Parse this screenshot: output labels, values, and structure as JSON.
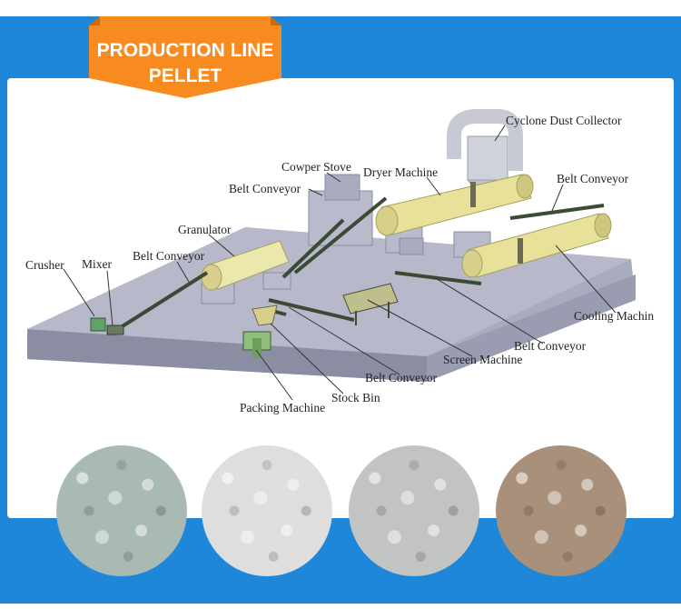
{
  "banner": {
    "line1": "PRODUCTION LINE",
    "line2": "PELLET",
    "color": "#f78b1f"
  },
  "frame_color": "#1f87d9",
  "labels": {
    "cyclone": "Cyclone Dust Collector",
    "cowper": "Cowper Stove",
    "dryer": "Dryer Machine",
    "belt_conveyor_right": "Belt Conveyor",
    "belt_conveyor_stove": "Belt Conveyor",
    "granulator": "Granulator",
    "belt_conveyor_left": "Belt Conveyor",
    "crusher": "Crusher",
    "mixer": "Mixer",
    "cooling": "Cooling Machin",
    "belt_conveyor_lower": "Belt Conveyor",
    "screen": "Screen Machine",
    "belt_conveyor_bottom": "Belt Conveyor",
    "stock_bin": "Stock Bin",
    "packing": "Packing Machine"
  },
  "samples": [
    {
      "name": "greenish-grey pellets",
      "color": "#a9b9b3"
    },
    {
      "name": "white pellets",
      "color": "#dedede"
    },
    {
      "name": "grey-white pellets",
      "color": "#c2c4c2"
    },
    {
      "name": "brown pellets",
      "color": "#a8907a"
    }
  ]
}
